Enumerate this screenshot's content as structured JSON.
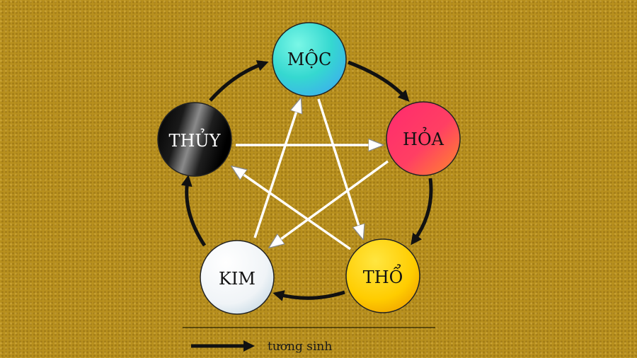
{
  "nodes": {
    "moc": {
      "label": "MỘC"
    },
    "hoa": {
      "label": "HỎA"
    },
    "tho": {
      "label": "THỔ"
    },
    "kim": {
      "label": "KIM"
    },
    "thuy": {
      "label": "THỦY"
    }
  },
  "legend": {
    "label": "tương sinh"
  },
  "colors": {
    "moc": "#40e0c8",
    "hoa": "#ff3366",
    "tho": "#ffd200",
    "kim": "#f2f6f8",
    "thuy": "#000000",
    "generating_arrow": "#111111",
    "controlling_arrow": "#ffffff"
  }
}
